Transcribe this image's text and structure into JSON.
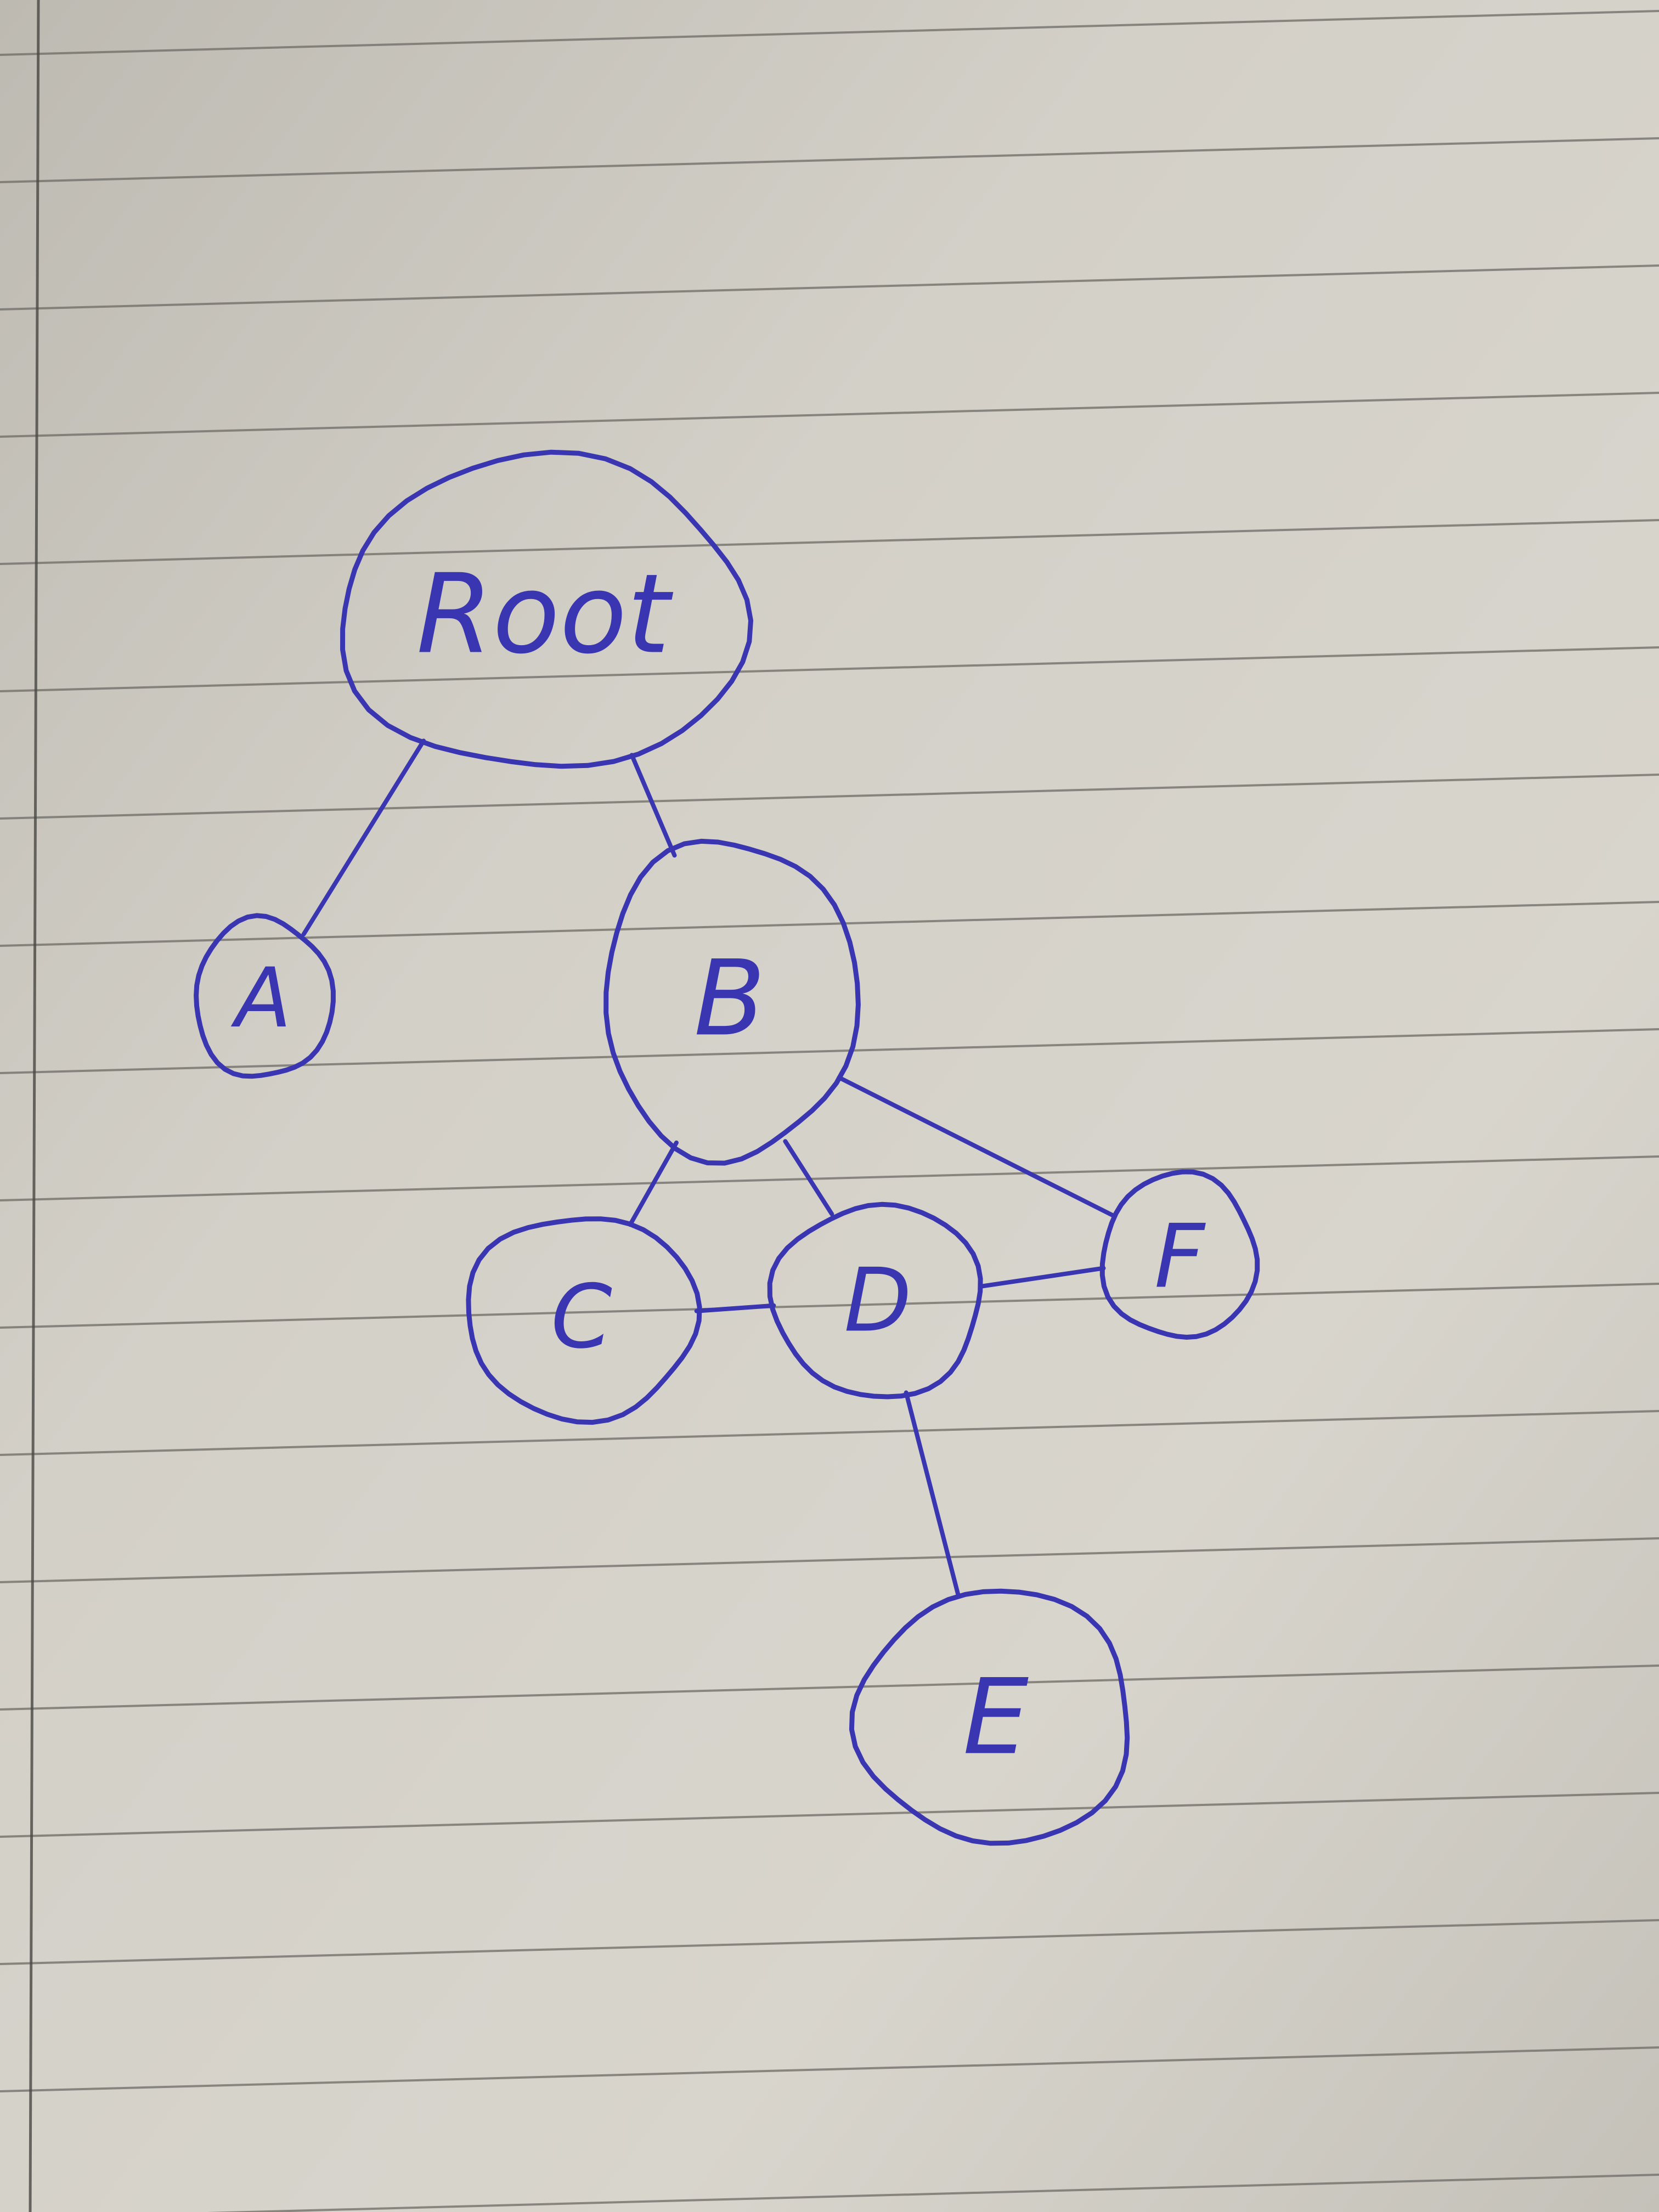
{
  "diagram": {
    "ink_color": "#3a35b0",
    "paper_color": "#cfccc4",
    "rule_color": "#6e6b66",
    "nodes": [
      {
        "id": "root",
        "label": "Root"
      },
      {
        "id": "a",
        "label": "A"
      },
      {
        "id": "b",
        "label": "B"
      },
      {
        "id": "c",
        "label": "C"
      },
      {
        "id": "d",
        "label": "D"
      },
      {
        "id": "e",
        "label": "E"
      },
      {
        "id": "f",
        "label": "F"
      }
    ],
    "edges": [
      {
        "from": "root",
        "to": "a"
      },
      {
        "from": "root",
        "to": "b"
      },
      {
        "from": "b",
        "to": "c"
      },
      {
        "from": "b",
        "to": "d"
      },
      {
        "from": "b",
        "to": "f"
      },
      {
        "from": "c",
        "to": "d"
      },
      {
        "from": "d",
        "to": "f"
      },
      {
        "from": "d",
        "to": "e"
      }
    ]
  }
}
